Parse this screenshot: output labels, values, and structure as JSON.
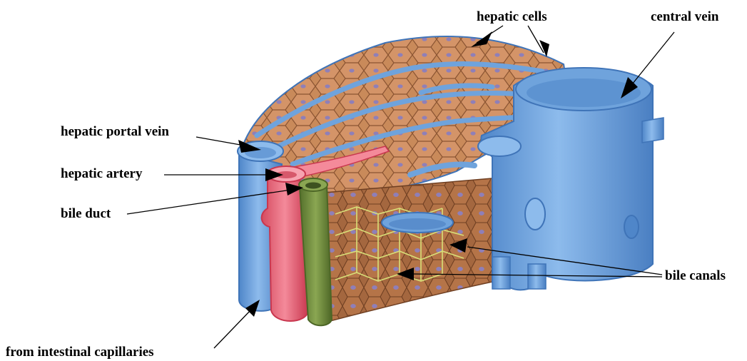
{
  "diagram": {
    "labels": {
      "hepatic_cells": "hepatic cells",
      "central_vein": "central vein",
      "hepatic_portal_vein": "hepatic portal vein",
      "hepatic_artery": "hepatic artery",
      "bile_duct": "bile duct",
      "bile_canals": "bile canals",
      "from_intestinal_capillaries": "from intestinal capillaries"
    },
    "colors": {
      "vein_blue": "#6fa3dc",
      "vein_blue_dark": "#3f74b8",
      "hepatocyte": "#c98a5a",
      "hepatocyte_dark": "#8a5432",
      "nucleus": "#8f7fb8",
      "artery_red": "#e8677a",
      "bile_green": "#6f8a3e",
      "canal_line": "#d8df78"
    }
  }
}
